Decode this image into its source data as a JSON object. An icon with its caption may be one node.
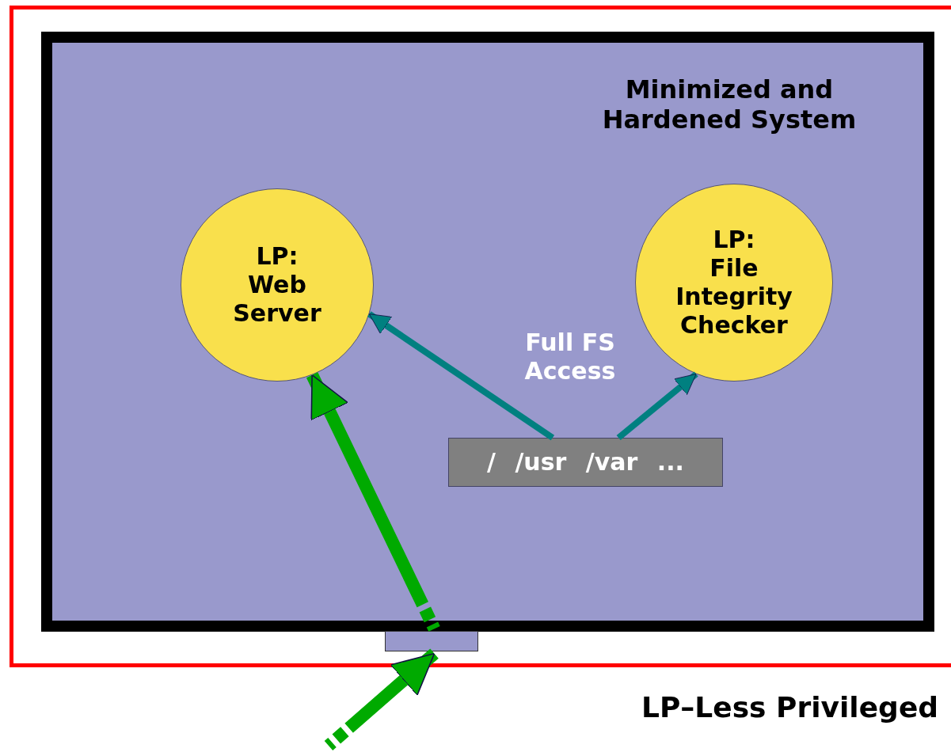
{
  "diagram": {
    "nodes": [
      {
        "text": [],
        "shape": "box"
      },
      {
        "text": [
          "Minimized and Hardened System"
        ],
        "in": 0
      },
      {
        "text": [
          "LP: Web Server"
        ],
        "in": 1
      },
      {
        "text": [
          "LP: File Integrity Checker"
        ],
        "in": 1
      },
      {
        "text": [
          "/ /usr /var ..."
        ],
        "in": 1
      },
      {
        "text": [],
        "shape": "box",
        "in": 0
      }
    ],
    "edges": [
      {
        "from": null,
        "to": 5,
        "arrow": "to",
        "style": "dashed",
        "color": "#00aa00"
      },
      {
        "from": 5,
        "to": 2,
        "arrow": "to",
        "style": "dashed",
        "color": "#00aa00"
      },
      {
        "from": 4,
        "to": 2,
        "arrow": "to",
        "color": "#008080"
      },
      {
        "from": 4,
        "to": 3,
        "arrow": "to",
        "color": "#008080"
      }
    ],
    "labels": [
      "Full FS Access",
      "LP–Less Privileged"
    ]
  }
}
